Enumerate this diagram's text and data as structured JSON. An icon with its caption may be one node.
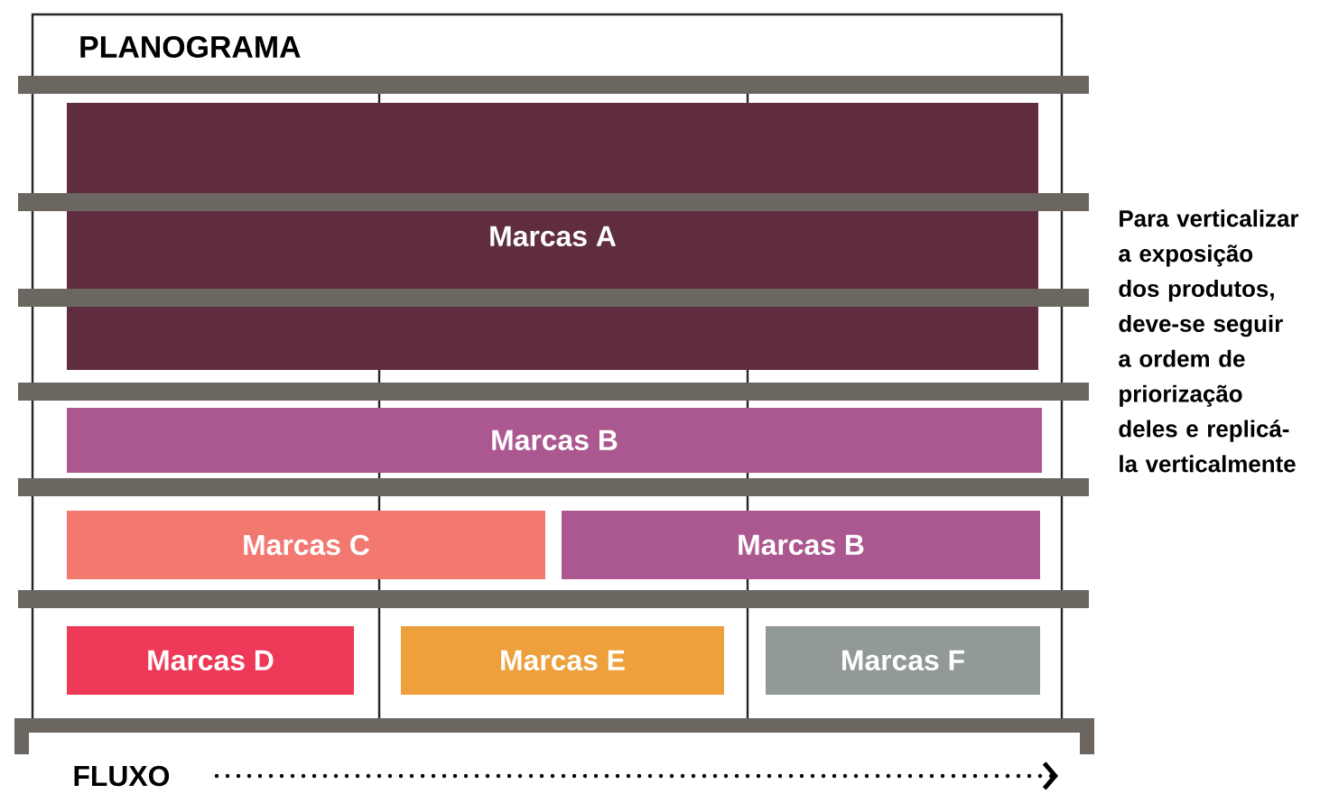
{
  "diagram": {
    "title": "PLANOGRAMA",
    "nodes": [
      {
        "text": [
          "Marcas A"
        ]
      },
      {
        "text": [
          "Marcas B"
        ]
      },
      {
        "text": [
          "Marcas C"
        ]
      },
      {
        "text": [
          "Marcas B"
        ]
      },
      {
        "text": [
          "Marcas D"
        ]
      },
      {
        "text": [
          "Marcas E"
        ]
      },
      {
        "text": [
          "Marcas F"
        ]
      }
    ],
    "labels": [
      "Para verticalizar a exposição dos produtos, deve-se seguir a ordem de priorização deles e replicá-la verticalmente",
      "FLUXO"
    ]
  }
}
